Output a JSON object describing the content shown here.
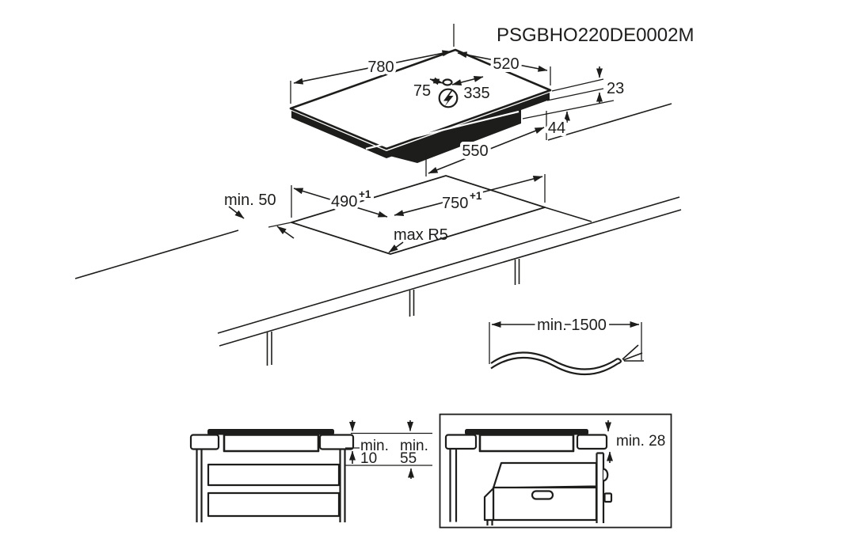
{
  "colors": {
    "background": "#ffffff",
    "ink": "#1d1d1b"
  },
  "product_code": "PSGBHO220DE0002M",
  "hob_view": {
    "width": "780",
    "depth": "520",
    "power_offset_left": "75",
    "power_offset_right": "335",
    "height_above_worktop": "23",
    "height_below_worktop": "44",
    "recess_width": "550",
    "power_icon": "lightning-bolt"
  },
  "cutout_view": {
    "edge_clearance": "min. 50",
    "cutout_depth": "490",
    "cutout_depth_tolerance": "+1",
    "cutout_width": "750",
    "cutout_width_tolerance": "+1",
    "corner_radius": "max R5"
  },
  "cable_view": {
    "cable_length": "min. 1500"
  },
  "drawer_view": {
    "hob_gap_label": "min.",
    "hob_gap_value": "10",
    "drawer_gap_label": "min.",
    "drawer_gap_value": "55"
  },
  "oven_view": {
    "oven_gap": "min. 28"
  }
}
